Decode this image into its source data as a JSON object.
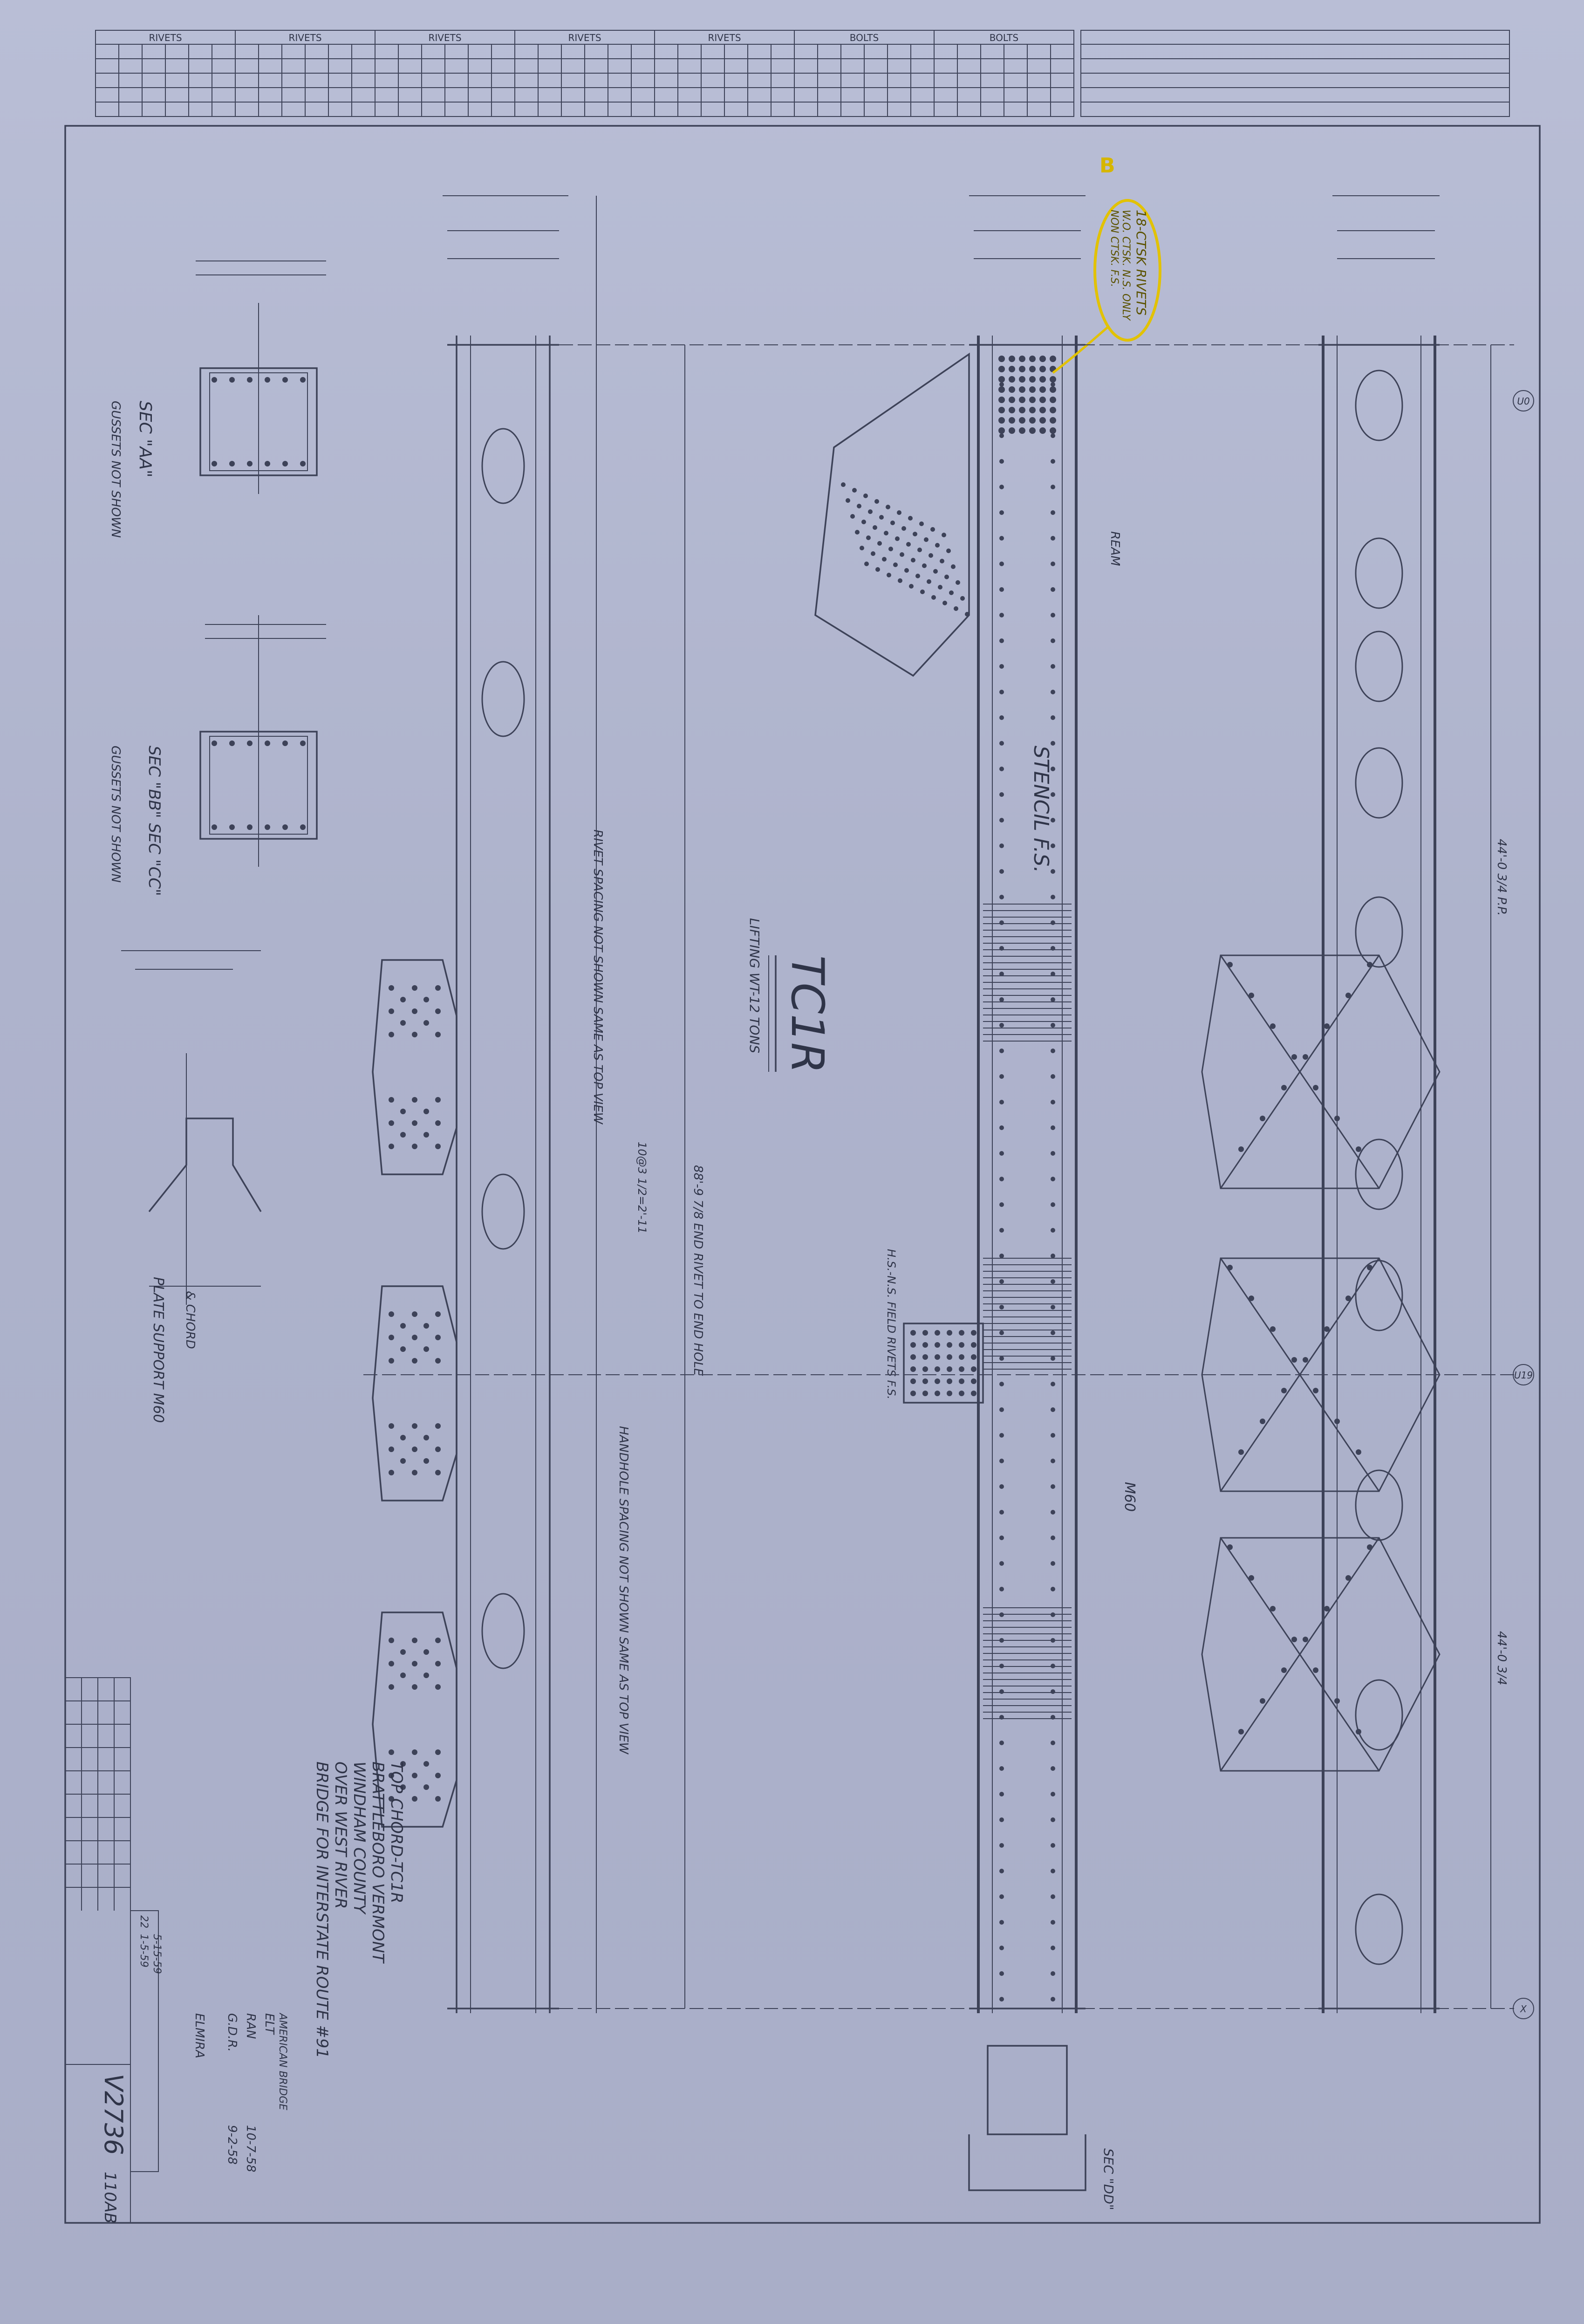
{
  "drawing": {
    "title_mark": "TC1R",
    "lifting_weight": "LIFTING WT-12 TONS",
    "stencil_note": "STENCIL F.S.",
    "ream_note": "REAM",
    "yellow_note_lines": [
      "18-CTSK RIVETS",
      "W.O. CTSK. N.S. ONLY",
      "NON CTSK. F.S."
    ],
    "yellow_mark": "B",
    "panel_points": [
      "U0",
      "U19",
      "X"
    ],
    "dimensions": {
      "end_rivet_to_end_hole": "88'-9 7/8 END RIVET TO END HOLE",
      "total_top": "44'-0 3/4 P.P.",
      "total_bottom": "44'-0 3/4",
      "hole_spacing": "10@3 1/2=2'-11"
    },
    "section_labels": [
      {
        "title": "SEC \"AA\"",
        "note": "GUSSETS NOT SHOWN"
      },
      {
        "title": "SEC \"BB\" SEC \"CC\"",
        "note": "GUSSETS NOT SHOWN"
      },
      {
        "title": "SEC \"DD\"",
        "note": ""
      },
      {
        "title": "PLATE SUPPORT M60",
        "note": "& CHORD"
      }
    ],
    "spacing_notes": [
      "RIVET SPACING NOT SHOWN SAME AS TOP VIEW",
      "HANDHOLE SPACING NOT SHOWN SAME AS TOP VIEW"
    ],
    "member_label": "M60",
    "field_rivets": "H.S.-N.S. FIELD RIVETS F.S."
  },
  "title_block": {
    "project_lines": [
      "BRIDGE FOR INTERSTATE ROUTE #91",
      "OVER WEST RIVER",
      "WINDHAM COUNTY",
      "BRATTLEBORO VERMONT",
      "TOP CHORD-TC1R"
    ],
    "company": "AMERICAN BRIDGE",
    "plant": "ELMIRA",
    "drawn_by": "G.D.R.",
    "checked_by": "RAN",
    "approved_by": "ELT",
    "date_1": "9-2-58",
    "date_2": "10-7-58",
    "drawing_number": "V2736",
    "sheet_code": "110AB",
    "revisions": [
      "22",
      "1-5-59",
      "5-15-59"
    ]
  },
  "header_table": {
    "columns": [
      "RIVETS",
      "RIVETS",
      "RIVETS",
      "RIVETS",
      "RIVETS",
      "BOLTS",
      "BOLTS"
    ]
  }
}
